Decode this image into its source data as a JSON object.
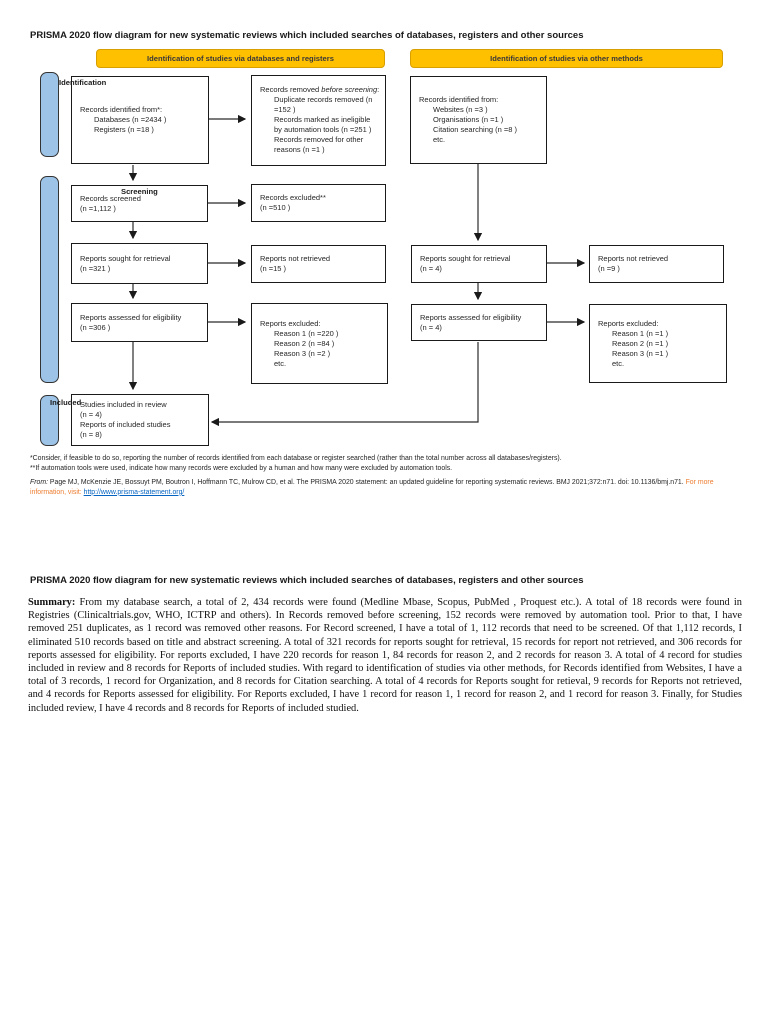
{
  "page": {
    "title": "PRISMA 2020 flow diagram for new systematic reviews which included searches of databases, registers and other sources"
  },
  "banners": {
    "left": "Identification of studies via databases and registers",
    "right": "Identification of studies via other methods"
  },
  "stages": {
    "identification": "Identification",
    "screening": "Screening",
    "included": "Included"
  },
  "boxes": {
    "db_identified": {
      "line1": "Records identified from*:",
      "line2": "Databases (n =2434 )",
      "line3": "Registers (n =18 )"
    },
    "records_removed": {
      "line1a": "Records removed ",
      "line1b": "before screening",
      "line1c": ":",
      "line2": "Duplicate records removed (n =152 )",
      "line3": "Records marked as ineligible by automation tools (n =251 )",
      "line4": "Records removed for other reasons (n =1 )"
    },
    "records_screened": {
      "line1": "Records screened",
      "line2": "(n =1,112 )"
    },
    "records_excluded": {
      "line1": "Records excluded**",
      "line2": "(n =510 )"
    },
    "reports_sought": {
      "line1": "Reports sought for retrieval",
      "line2": "(n =321 )"
    },
    "reports_not_retrieved": {
      "line1": "Reports not retrieved",
      "line2": "(n =15 )"
    },
    "reports_assessed": {
      "line1": "Reports assessed for eligibility",
      "line2": "(n =306 )"
    },
    "reports_excluded": {
      "line1": "Reports excluded:",
      "line2": "Reason 1 (n =220 )",
      "line3": "Reason 2 (n =84 )",
      "line4": "Reason 3 (n =2 )",
      "line5": "etc."
    },
    "included_studies": {
      "line1": "Studies included in review",
      "line2": "(n = 4)",
      "line3": "Reports of included studies",
      "line4": "(n = 8)"
    },
    "other_identified": {
      "line1": "Records identified from:",
      "line2": "Websites (n =3 )",
      "line3": "Organisations (n =1 )",
      "line4": "Citation searching (n =8 )",
      "line5": "etc."
    },
    "other_sought": {
      "line1": "Reports sought for retrieval",
      "line2": "(n = 4)"
    },
    "other_not_retrieved": {
      "line1": "Reports not retrieved",
      "line2": "(n =9 )"
    },
    "other_assessed": {
      "line1": "Reports assessed for eligibility",
      "line2": "(n = 4)"
    },
    "other_excluded": {
      "line1": "Reports excluded:",
      "line2": "Reason 1 (n =1 )",
      "line3": "Reason 2 (n =1 )",
      "line4": "Reason 3 (n =1 )",
      "line5": "etc."
    }
  },
  "footnotes": {
    "f1": "*Consider, if feasible to do so, reporting the number of records identified from each database or register searched (rather than the total number across all databases/registers).",
    "f2": "**If automation tools were used, indicate how many records were excluded by a human and how many were excluded by automation tools.",
    "from_label": "From:",
    "citation": "  Page MJ, McKenzie JE, Bossuyt PM, Boutron I, Hoffmann TC, Mulrow CD, et al. The PRISMA 2020 statement: an updated guideline for reporting systematic reviews. BMJ 2021;372:n71. doi: 10.1136/bmj.n71. ",
    "more_info": "For more information, visit: ",
    "link": "http://www.prisma-statement.org/"
  },
  "summary": {
    "heading": "PRISMA 2020 flow diagram for new systematic reviews which included searches of databases, registers and other sources",
    "label": "Summary:",
    "text": " From my database search, a total of 2, 434 records were found (Medline Mbase, Scopus, PubMed , Proquest etc.). A total of 18 records were found in Registries (Clinicaltrials.gov, WHO, ICTRP and others). In Records removed before screening, 152 records were removed by automation tool. Prior to that, I have removed 251 duplicates, as 1 record was removed other reasons. For Record screened, I have a total of 1, 112 records that need to be screened. Of that 1,112 records, I eliminated 510 records based on title and abstract screening. A total of 321 records for reports sought for retrieval, 15 records for report not retrieved, and 306 records for reports assessed for eligibility. For reports excluded, I have 220 records for reason 1, 84 records for reason 2, and 2 records for reason 3. A total of 4 record for studies included in review and 8 records for Reports of included studies. With regard to identification of studies via other methods,  for Records identified from Websites, I have a total of 3 records, 1 record for Organization, and 8 records for Citation searching. A total of 4 records for Reports sought for retieval,  9 records for Reports not retrieved, and 4 records for Reports assessed for eligibility. For Reports excluded, I have 1 record for reason 1, 1 record for reason 2, and 1 record for reason 3. Finally, for Studies included review, I have 4 records and 8 records for Reports of included studied."
  },
  "colors": {
    "banner": "#FFC000",
    "banner_text": "#3B3838",
    "sidebar_fill": "#9DC3E6",
    "link": "#0563C1",
    "more_info_text": "#ED7D31"
  }
}
